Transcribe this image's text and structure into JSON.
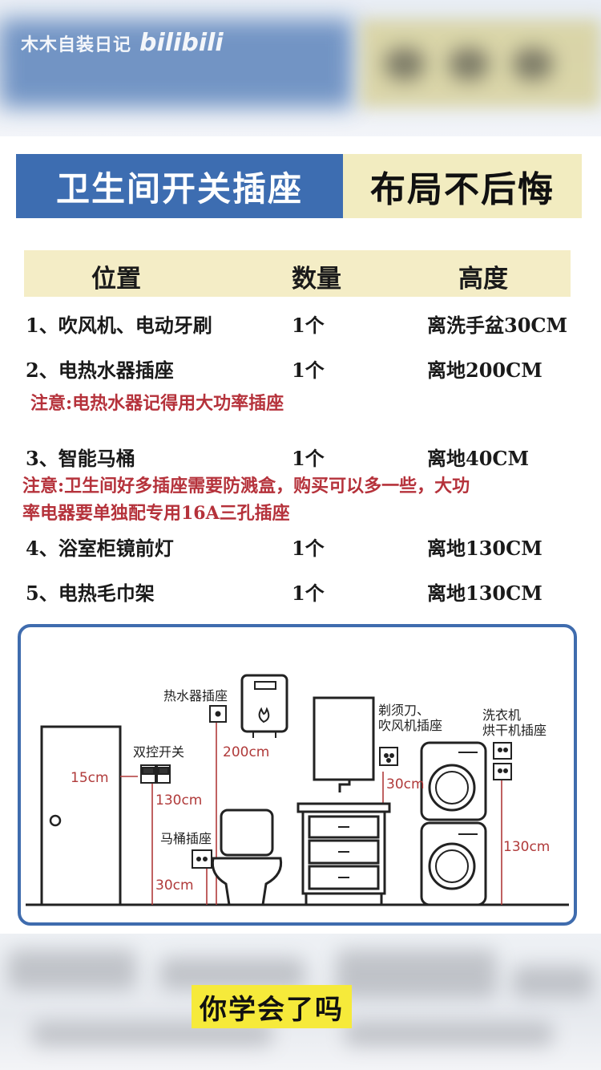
{
  "watermark": {
    "channel": "木木自装日记",
    "logo": "bilibili"
  },
  "title": {
    "left": "卫生间开关插座",
    "right": "布局不后悔"
  },
  "table": {
    "headers": [
      "位置",
      "数量",
      "高度"
    ],
    "rows": [
      {
        "name": "1、吹风机、电动牙刷",
        "qty": "1个",
        "height": "离洗手盆30CM"
      },
      {
        "name": "2、电热水器插座",
        "qty": "1个",
        "height": "离地200CM"
      },
      {
        "name": "3、智能马桶",
        "qty": "1个",
        "height": "离地40CM"
      },
      {
        "name": "4、浴室柜镜前灯",
        "qty": "1个",
        "height": "离地130CM"
      },
      {
        "name": "5、电热毛巾架",
        "qty": "1个",
        "height": "离地130CM"
      }
    ],
    "note1": "注意:电热水器记得用大功率插座",
    "note2_line1": "注意:卫生间好多插座需要防溅盒，购买可以多一些，大功",
    "note2_line2": "率电器要单独配专用16A三孔插座"
  },
  "diagram": {
    "labels": {
      "heater_socket": "热水器插座",
      "dual_switch": "双控开关",
      "toilet_socket": "马桶插座",
      "shaver_line1": "剃须刀、",
      "shaver_line2": "吹风机插座",
      "washer_line1": "洗衣机",
      "washer_line2": "烘干机插座"
    },
    "measures": {
      "door_switch": "15cm",
      "heater": "200cm",
      "switch": "130cm",
      "toilet": "30cm",
      "basin": "30cm",
      "washer": "130cm"
    }
  },
  "caption": "你学会了吗",
  "colors": {
    "title_blue": "#3d6db1",
    "title_yellow": "#f2ecc0",
    "note_red": "#b5323b",
    "caption_yellow": "#f6ea3a"
  }
}
